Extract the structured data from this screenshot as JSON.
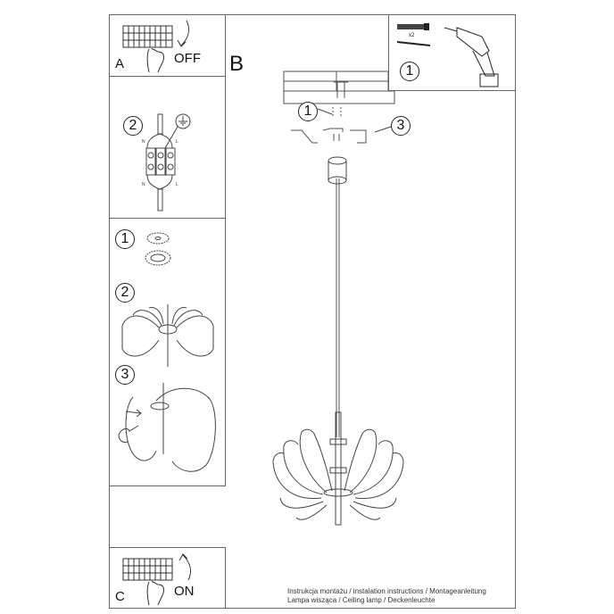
{
  "document": {
    "type": "assembly instructions sheet",
    "footer": {
      "line1": "Instrukcja montażu / instalation instructions / Montageanleitung",
      "line2": "Lampa wisząca / Ceiling lamp / Deckenleuchte"
    }
  },
  "panels": {
    "a": {
      "letter": "A",
      "state": "OFF",
      "icon": "breaker-panel-hand-icon"
    },
    "c": {
      "letter": "C",
      "state": "ON",
      "icon": "breaker-panel-hand-icon"
    },
    "b": {
      "letter": "B"
    },
    "tools": {
      "step": "1",
      "multiplier": "x2",
      "icons": [
        "wall-plug-icon",
        "screw-icon",
        "drill-icon"
      ]
    },
    "wiring": {
      "step": "2",
      "labels": {
        "neutral": "N",
        "live": "L"
      },
      "icon": "ground-symbol-icon"
    },
    "assembly": {
      "steps": [
        {
          "number": "1",
          "desc": "shade discs"
        },
        {
          "number": "2",
          "desc": "shade fins assembled"
        },
        {
          "number": "3",
          "desc": "attach fins"
        }
      ]
    },
    "main": {
      "callouts": [
        "1",
        "3"
      ]
    }
  }
}
